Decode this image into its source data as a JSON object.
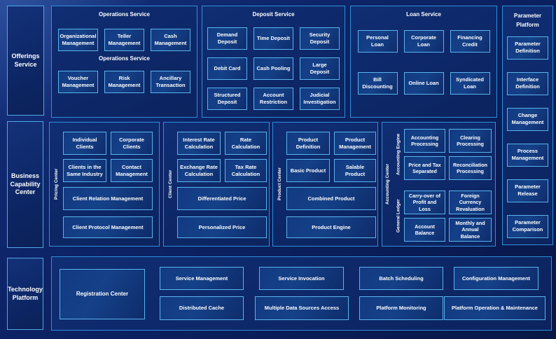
{
  "left_labels": {
    "offerings": "Offerings Service",
    "business_capability": "Business Capability Center",
    "technology": "Technology Platform"
  },
  "operations_service": {
    "title": "Operations Service",
    "row1": [
      "Organizational Management",
      "Teller Management",
      "Cash Management"
    ],
    "subtitle": "Operations Service",
    "row2": [
      "Voucher Management",
      "Risk Management",
      "Ancillary Transaction"
    ]
  },
  "deposit_service": {
    "title": "Deposit Service",
    "rows": [
      [
        "Demand Deposit",
        "Time Deposit",
        "Security Deposit"
      ],
      [
        "Debit Card",
        "Cash Pooling",
        "Large Deposit"
      ],
      [
        "Structured Deposit",
        "Account Restriction",
        "Judicial Investigation"
      ]
    ]
  },
  "loan_service": {
    "title": "Loan Service",
    "rows": [
      [
        "Personal Loan",
        "Corporate Loan",
        "Financing Credit"
      ],
      [
        "Bill Discounting",
        "Online Loan",
        "Syndicated Loan"
      ]
    ]
  },
  "parameter_platform": {
    "title": "Parameter Platform",
    "items": [
      "Parameter Definition",
      "Interface Definition",
      "Change Management",
      "Process Management",
      "Parameter Release",
      "Parameter Comparison"
    ]
  },
  "pricing_center": {
    "label": "Pricing Center",
    "grid": [
      "Individual Clients",
      "Corporate Clients",
      "Clients in the Same Industry",
      "Contact Management"
    ],
    "wide": [
      "Client Relation Management",
      "Client Protocol Management"
    ]
  },
  "client_center": {
    "label": "Client Center",
    "grid": [
      "Interest Rate Calculation",
      "Rate Calculation",
      "Exchange Rate Calculation",
      "Tax Rate Calculation"
    ],
    "wide": [
      "Differentiated Price",
      "Personalized Price"
    ]
  },
  "product_center": {
    "label": "Product Center",
    "grid": [
      "Product Definition",
      "Product Management",
      "Basic Product",
      "Salable Product"
    ],
    "wide": [
      "Combined Product",
      "Product Engine"
    ]
  },
  "accounting_center": {
    "label": "Accounting Center",
    "groups": [
      {
        "label": "Accounting Engine",
        "boxes": [
          "Accounting Processing",
          "Clearing Processing",
          "Price and Tax Separated",
          "Reconciliation Processing"
        ]
      },
      {
        "label": "General Ledger",
        "boxes": [
          "Carry-over of Profit and Loss",
          "Foreign Currency Revaluation",
          "Account Balance",
          "Monthly and Annual Balance"
        ]
      }
    ]
  },
  "technology_platform": {
    "registration": "Registration Center",
    "row1": [
      "Service Management",
      "Service Invocation",
      "Batch Scheduling",
      "Configuration Management"
    ],
    "row2": [
      "Distributed Cache",
      "Multiple Data Sources Access",
      "Platform Monitoring",
      "Platform Operation & Maintenance"
    ]
  },
  "colors": {
    "background": "#0a1d58",
    "panel_border": "#2f8fd9",
    "box_border": "#59b4ec",
    "text": "#ffffff"
  }
}
